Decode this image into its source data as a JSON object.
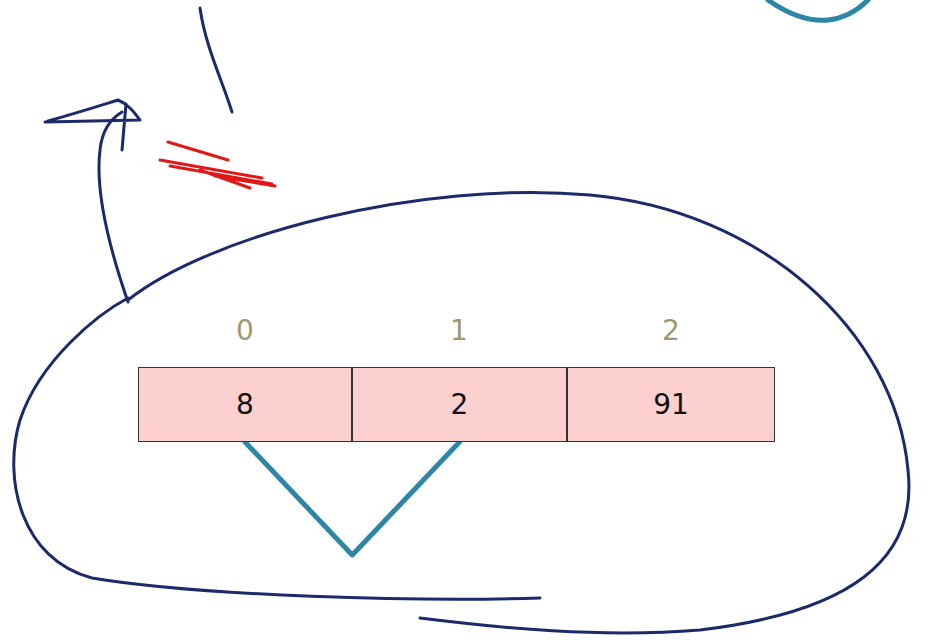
{
  "diagram": {
    "nodes": [
      {
        "text": [
          "8"
        ]
      },
      {
        "text": [
          "2"
        ]
      },
      {
        "text": [
          "91"
        ]
      }
    ],
    "edges": [
      {
        "from": 0,
        "to": 1,
        "arrow": "none"
      }
    ],
    "labels": [
      "0",
      "1",
      "2"
    ]
  }
}
